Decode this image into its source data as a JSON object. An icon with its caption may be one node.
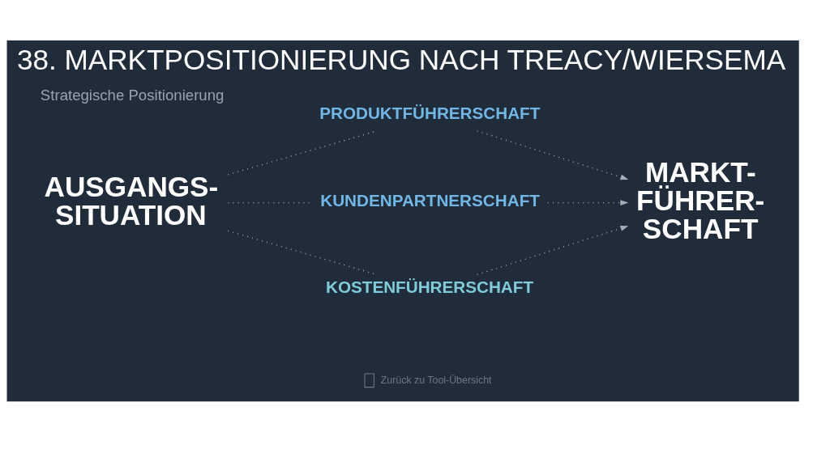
{
  "diagram": {
    "title": "38. MARKTPOSITIONIERUNG NACH TREACY/WIERSEMA",
    "nodes": [
      {
        "text": [
          "AUSGANGS- SITUATION"
        ]
      },
      {
        "text": [
          "PRODUKTFÜHRERSCHAFT"
        ]
      },
      {
        "text": [
          "KUNDENPARTNERSCHAFT"
        ]
      },
      {
        "text": [
          "KOSTENFÜHRERSCHAFT"
        ]
      },
      {
        "text": [
          "MARKT- FÜHRER- SCHAFT"
        ]
      }
    ],
    "edges": [
      {
        "from": 0,
        "to": 1,
        "arrow": "none",
        "style": "dashed"
      },
      {
        "from": 1,
        "to": 4,
        "arrow": "to",
        "style": "dashed"
      },
      {
        "from": 0,
        "to": 2,
        "arrow": "none",
        "style": "dashed"
      },
      {
        "from": 2,
        "to": 4,
        "arrow": "to",
        "style": "dashed"
      },
      {
        "from": 0,
        "to": 3,
        "arrow": "none",
        "style": "dashed"
      },
      {
        "from": 3,
        "to": 4,
        "arrow": "to",
        "style": "dashed"
      }
    ],
    "labels": [
      "Strategische Positionierung",
      "Zurück zu Tool-Übersicht"
    ]
  }
}
